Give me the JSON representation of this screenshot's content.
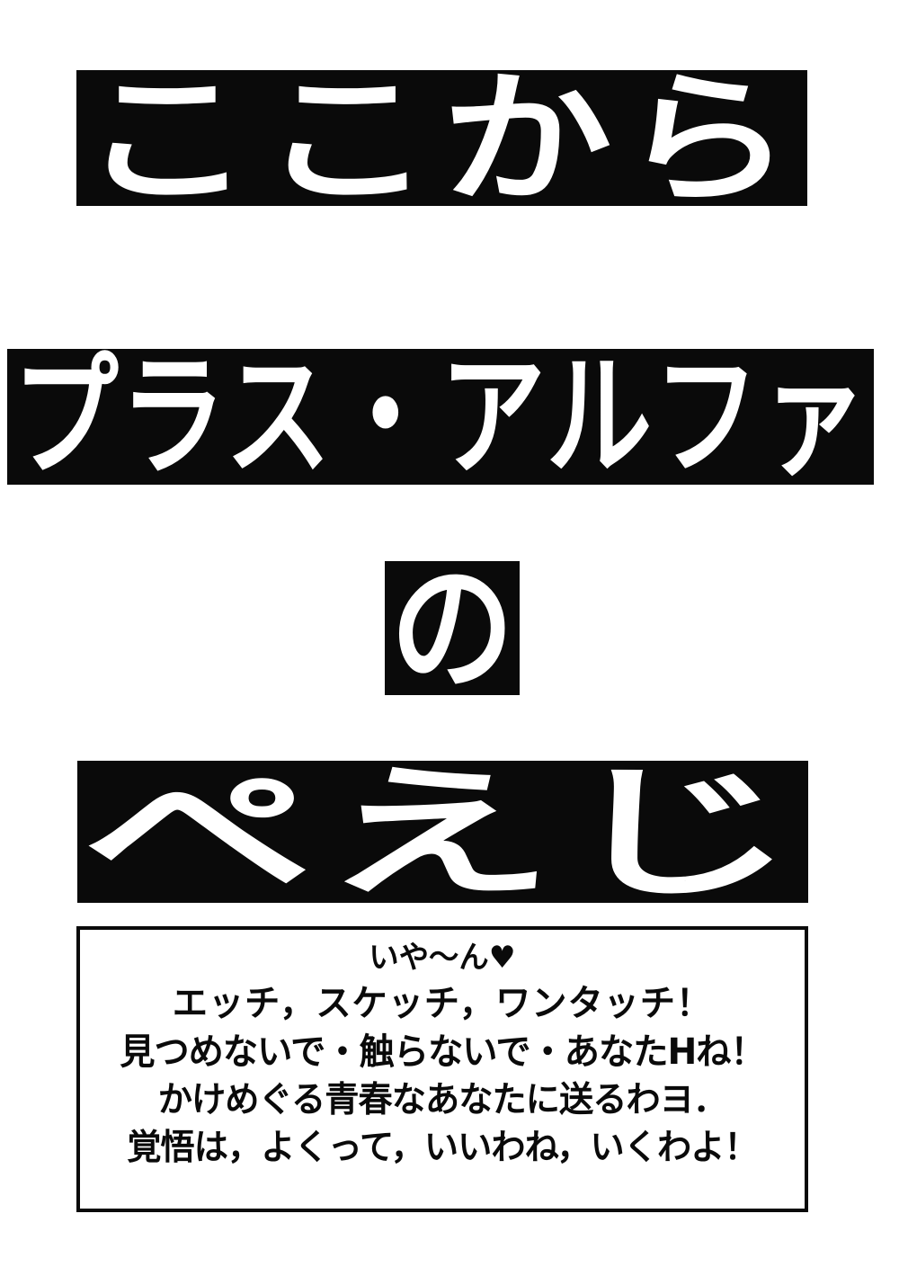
{
  "page": {
    "background_color": "#ffffff",
    "ink_color": "#0a0a0a",
    "reverse_text_color": "#ffffff"
  },
  "title_bands": [
    {
      "id": "kokokara",
      "text": "ここから"
    },
    {
      "id": "plus_alpha",
      "text": "プラス・アルファ"
    },
    {
      "id": "no",
      "text": "の"
    },
    {
      "id": "peeji",
      "text": "ぺえじ"
    }
  ],
  "caption_box": {
    "lines": [
      "いや～ん♥",
      "エッチ，スケッチ，ワンタッチ！",
      "見つめないで・触らないで・あなたHね！",
      "かけめぐる青春なあなたに送るわヨ．",
      "覚悟は，よくって，いいわね，いくわよ！"
    ]
  }
}
